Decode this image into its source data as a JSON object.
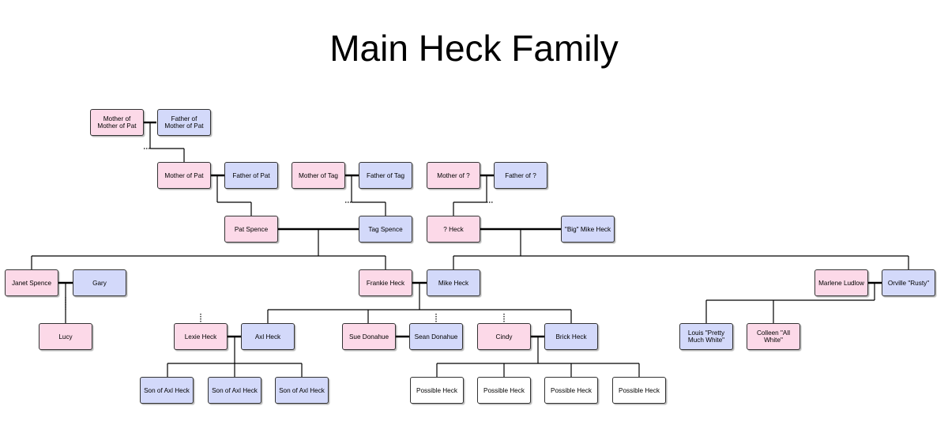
{
  "title": "Main Heck Family",
  "colors": {
    "female": "#fcd9e8",
    "male": "#d3d9fa",
    "unknown": "#ffffff",
    "line": "#000000"
  },
  "people": {
    "mother_of_mother_of_pat": "Mother of Mother of Pat",
    "father_of_mother_of_pat": "Father of Mother of Pat",
    "mother_of_pat": "Mother of Pat",
    "father_of_pat": "Father of Pat",
    "mother_of_tag": "Mother of Tag",
    "father_of_tag": "Father of Tag",
    "mother_of_unknown": "Mother of ?",
    "father_of_unknown": "Father of ?",
    "pat_spence": "Pat Spence",
    "tag_spence": "Tag Spence",
    "unknown_heck": "? Heck",
    "big_mike_heck": "\"Big\" Mike Heck",
    "janet_spence": "Janet Spence",
    "gary": "Gary",
    "frankie_heck": "Frankie Heck",
    "mike_heck": "Mike Heck",
    "marlene_ludlow": "Marlene Ludlow",
    "orville_rusty": "Orville \"Rusty\"",
    "lucy": "Lucy",
    "lexie_heck": "Lexie Heck",
    "axl_heck": "Axl Heck",
    "sue_donahue": "Sue Donahue",
    "sean_donahue": "Sean Donahue",
    "cindy": "Cindy",
    "brick_heck": "Brick Heck",
    "louis_pretty_much_white": "Louis \"Pretty Much White\"",
    "colleen_all_white": "Colleen \"All White\"",
    "son_of_axl_1": "Son of Axl Heck",
    "son_of_axl_2": "Son of Axl Heck",
    "son_of_axl_3": "Son of Axl Heck",
    "possible_heck_1": "Possible Heck",
    "possible_heck_2": "Possible Heck",
    "possible_heck_3": "Possible Heck",
    "possible_heck_4": "Possible Heck"
  }
}
